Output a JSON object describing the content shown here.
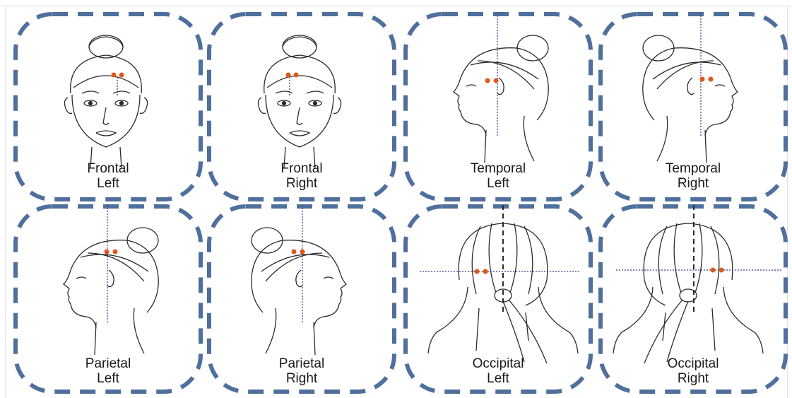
{
  "colors": {
    "dash_border": "#4f6f9c",
    "marker": "#e0571e",
    "ink": "#2b2b2b"
  },
  "panels": [
    {
      "region": "Frontal",
      "side": "Left",
      "view": "front"
    },
    {
      "region": "Frontal",
      "side": "Right",
      "view": "front"
    },
    {
      "region": "Temporal",
      "side": "Left",
      "view": "profile-left"
    },
    {
      "region": "Temporal",
      "side": "Right",
      "view": "profile-right"
    },
    {
      "region": "Parietal",
      "side": "Left",
      "view": "profile-left"
    },
    {
      "region": "Parietal",
      "side": "Right",
      "view": "profile-right"
    },
    {
      "region": "Occipital",
      "side": "Left",
      "view": "back"
    },
    {
      "region": "Occipital",
      "side": "Right",
      "view": "back"
    }
  ]
}
